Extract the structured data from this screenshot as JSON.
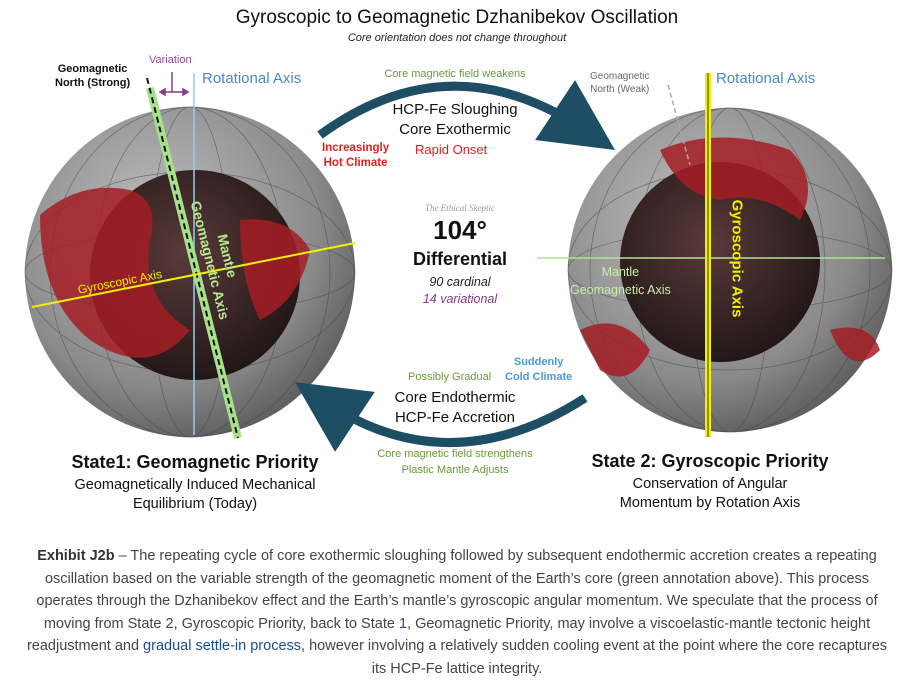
{
  "title": "Gyroscopic to Geomagnetic Dzhanibekov Oscillation",
  "subtitle": "Core orientation does not change throughout",
  "left": {
    "geomagnetic_north": [
      "Geomagnetic",
      "North (Strong)"
    ],
    "variation": "Variation",
    "rotational_axis": "Rotational Axis",
    "gyroscopic_axis": "Gyroscopic Axis",
    "mantle_axis": [
      "Mantle",
      "Geomagnetic Axis"
    ],
    "state_title": "State1: Geomagnetic Priority",
    "state_sub": [
      "Geomagnetically Induced Mechanical",
      "Equilibrium (Today)"
    ]
  },
  "right": {
    "geomagnetic_north": [
      "Geomagnetic",
      "North (Weak)"
    ],
    "rotational_axis": "Rotational Axis",
    "gyroscopic_axis": "Gyroscopic Axis",
    "mantle_axis": [
      "Mantle",
      "Geomagnetic Axis"
    ],
    "state_title": "State 2: Gyroscopic Priority",
    "state_sub": [
      "Conservation of Angular",
      "Momentum by Rotation Axis"
    ]
  },
  "top": {
    "field": "Core magnetic field weakens",
    "process": [
      "HCP-Fe Sloughing",
      "Core Exothermic"
    ],
    "climate": [
      "Increasingly",
      "Hot Climate"
    ],
    "onset": "Rapid Onset"
  },
  "center": {
    "watermark": "The Ethical Skeptic",
    "degrees": "104°",
    "differential": "Differential",
    "cardinal": "90 cardinal",
    "variational": "14 variational"
  },
  "bottom": {
    "gradual": "Possibly Gradual",
    "climate": [
      "Suddenly",
      "Cold Climate"
    ],
    "process": [
      "Core Endothermic",
      "HCP-Fe Accretion"
    ],
    "field": [
      "Core magnetic field strengthens",
      "Plastic Mantle Adjusts"
    ]
  },
  "caption": {
    "label": "Exhibit J2b",
    "text1": " – The repeating cycle of core exothermic sloughing followed by subsequent endothermic accretion creates a repeating oscillation based on the variable strength of the geomagnetic moment of the Earth’s core (green annotation above). This process operates through the Dzhanibekov effect and the Earth’s mantle’s gyroscopic angular momentum. We speculate that the process of moving from State 2, Gyroscopic Priority, back to State ",
    "link1": "1",
    "text2": ", Geomagnetic Priority, may involve a viscoelastic-mantle tectonic height readjustment and ",
    "link2": "gradual settle-in process",
    "text3": ", however involving a relatively sudden cooling event at the point where the core recaptures its HCP-Fe lattice integrity."
  },
  "colors": {
    "arrow": "#1d4e63",
    "green": "#6a9a3a",
    "red": "#e02020",
    "purple": "#8a3a8a",
    "blue": "#4a8ac0"
  }
}
